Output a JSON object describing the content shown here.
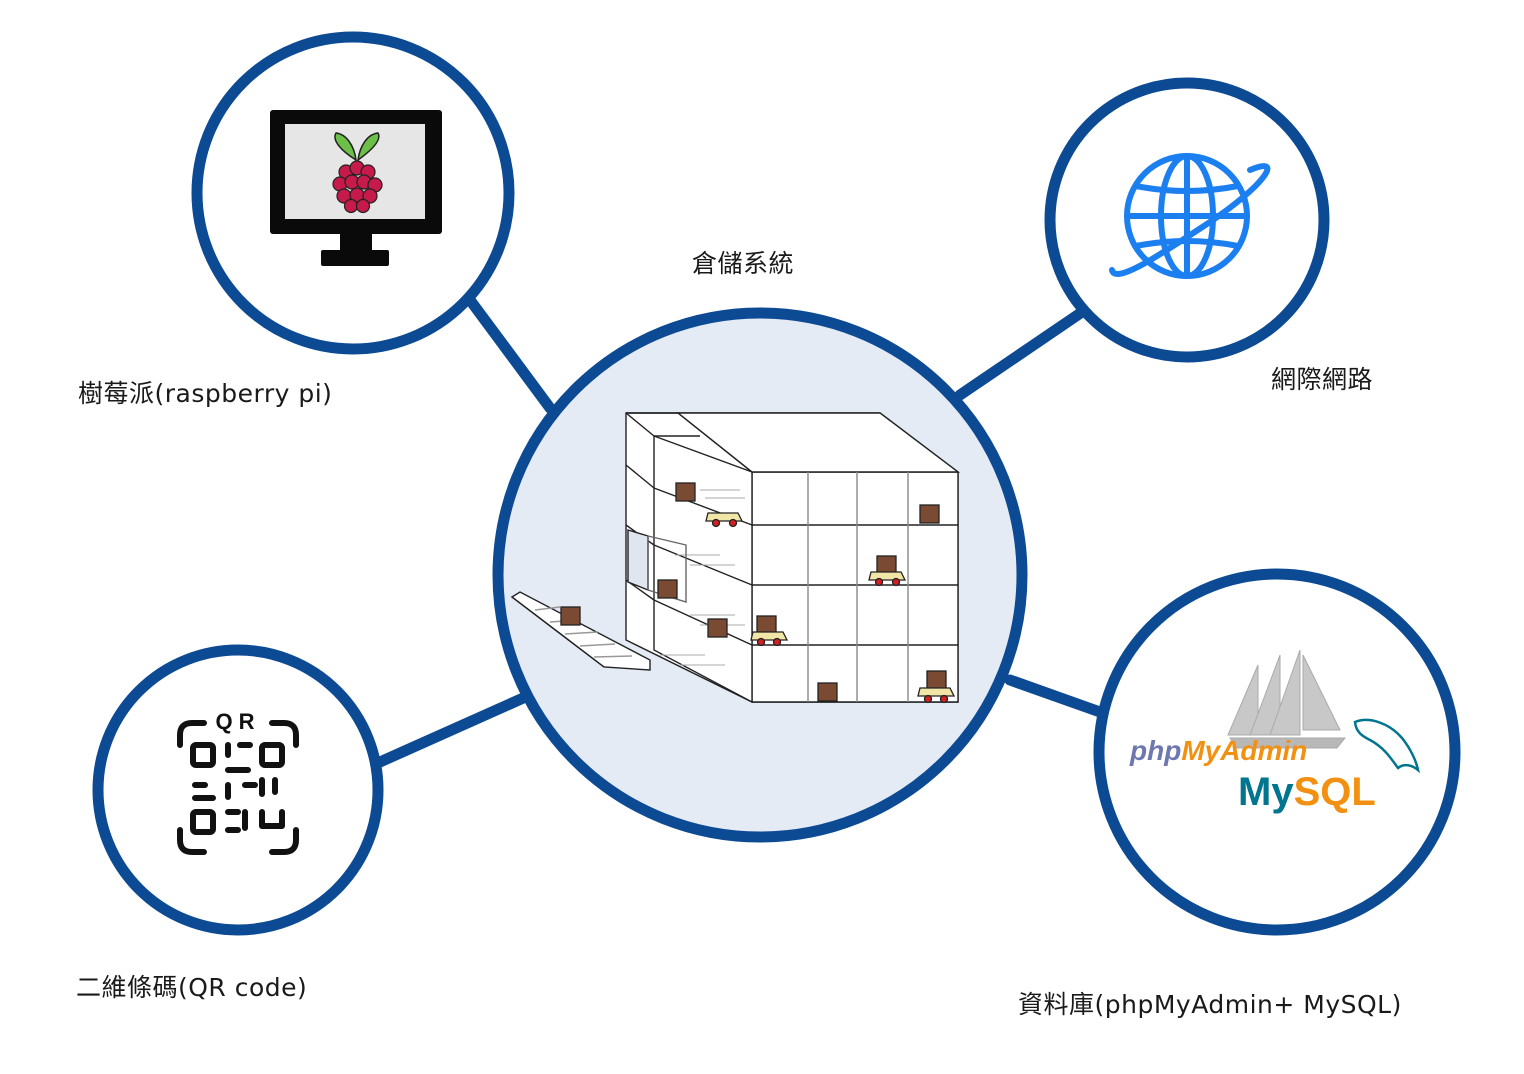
{
  "center": {
    "label": "倉儲系統"
  },
  "nodes": {
    "raspberry": {
      "label": "樹莓派(raspberry pi)"
    },
    "internet": {
      "label": "網際網路"
    },
    "qrcode": {
      "label": "二維條碼(QR code)",
      "icon_text": "QR"
    },
    "database": {
      "label": "資料庫(phpMyAdmin+ MySQL)",
      "logo_pma": "phpMyAdmin",
      "logo_mysql": "MySQL"
    }
  },
  "colors": {
    "ring": "#0d4a94",
    "center_fill": "#e4ebf5",
    "globe": "#1b7ff0",
    "box": "#7b4a33",
    "cart": "#f2e6a6",
    "wheel": "#d31f1f",
    "raspberry": "#c51a4a",
    "leaf": "#6cc04a",
    "pma_php": "#6c78af",
    "pma_myadmin": "#f29111",
    "mysql": "#00758f"
  }
}
